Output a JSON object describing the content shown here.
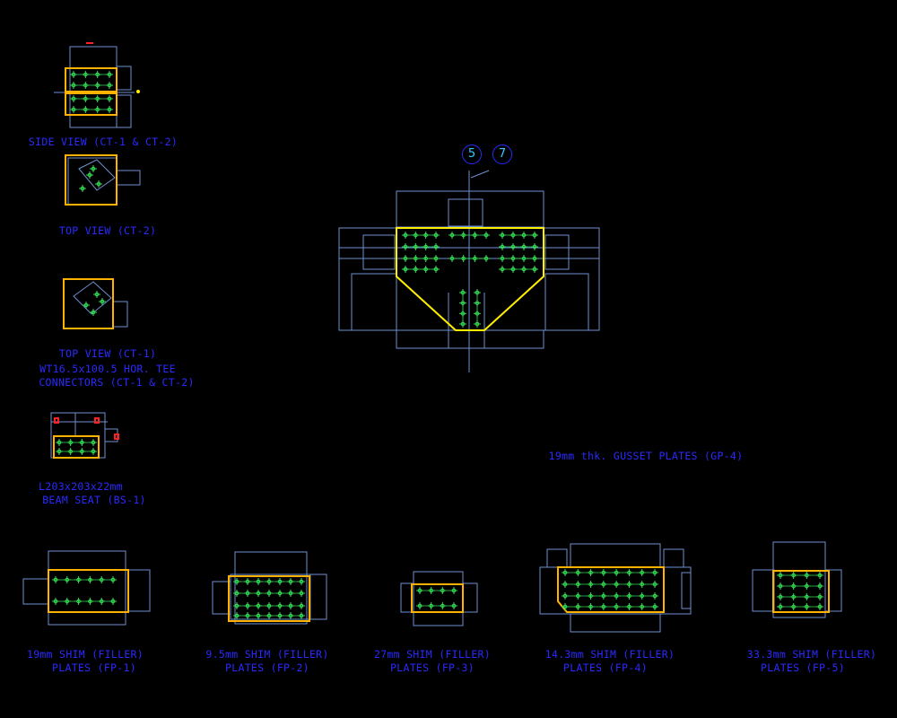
{
  "colors": {
    "background": "#000000",
    "outline": "#6f8fcf",
    "plate": "#ffb300",
    "bolt": "#33dd55",
    "label": "#2a2aff",
    "gusset": "#ffee00",
    "dimension": "#ff2222",
    "bubble_text": "#33ccff"
  },
  "labels": {
    "side_view": "SIDE VIEW (CT-1 & CT-2)",
    "top_view_ct2": "TOP VIEW (CT-2)",
    "top_view_ct1": "TOP VIEW (CT-1)",
    "tee_line1": "WT16.5x100.5 HOR. TEE",
    "tee_line2": "CONNECTORS (CT-1 & CT-2)",
    "seat_line1": "L203x203x22mm",
    "seat_line2": "BEAM SEAT (BS-1)",
    "gusset": "19mm thk. GUSSET PLATES (GP-4)",
    "fp1_line1": "19mm SHIM (FILLER)",
    "fp1_line2": "PLATES (FP-1)",
    "fp2_line1": "9.5mm SHIM (FILLER)",
    "fp2_line2": "PLATES (FP-2)",
    "fp3_line1": "27mm SHIM (FILLER)",
    "fp3_line2": "PLATES (FP-3)",
    "fp4_line1": "14.3mm SHIM (FILLER)",
    "fp4_line2": "PLATES (FP-4)",
    "fp5_line1": "33.3mm SHIM (FILLER)",
    "fp5_line2": "PLATES (FP-5)"
  },
  "bubbles": {
    "left": "5",
    "right": "7"
  }
}
